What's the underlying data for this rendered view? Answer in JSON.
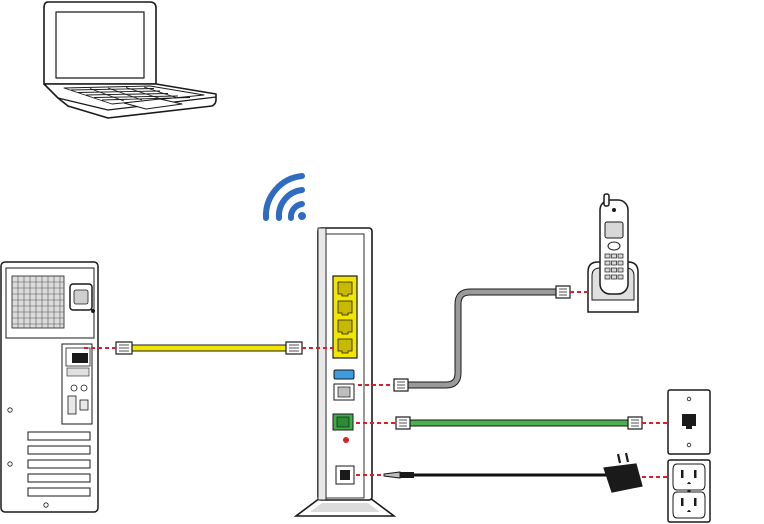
{
  "colors": {
    "outline": "#1a1a1a",
    "wifi": "#2f6bc1",
    "ethernet_yellow": "#f2e600",
    "phone_gray": "#9a9a9a",
    "dsl_green": "#4caf50",
    "power_black": "#111111",
    "link_red": "#d8202a",
    "router_yellow": "#f2e600",
    "router_green": "#3fae49",
    "router_blue": "#3d9be0",
    "device_fill": "#f4f4f4"
  },
  "devices": {
    "laptop": "laptop-icon",
    "desktop": "desktop-tower-icon",
    "router": "gateway-router-icon",
    "phone": "cordless-phone-icon",
    "phone_jack": "phone-wall-jack-icon",
    "power_outlet": "power-outlet-icon",
    "wifi": "wifi-icon"
  },
  "connections": [
    {
      "from": "desktop",
      "to": "router-ethernet-ports",
      "cable": "ethernet"
    },
    {
      "from": "router-phone-port",
      "to": "phone",
      "cable": "phone"
    },
    {
      "from": "router-dsl-port",
      "to": "phone-wall-jack",
      "cable": "dsl"
    },
    {
      "from": "router-power-port",
      "to": "power-outlet",
      "cable": "power"
    }
  ]
}
